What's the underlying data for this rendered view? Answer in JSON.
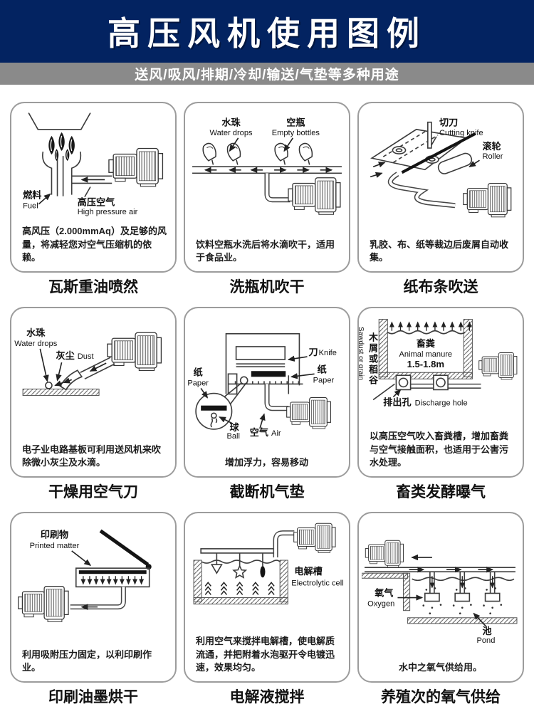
{
  "header": {
    "title": "高压风机使用图例"
  },
  "subheader": {
    "text": "送风/吸风/排期/冷却/输送/气垫等多种用途"
  },
  "colors": {
    "header_bg": "#032361",
    "subheader_bg": "#8a8a8a",
    "panel_border": "#9c9c9c",
    "ink": "#1a1a1a"
  },
  "panels": [
    {
      "title": "瓦斯重油喷然",
      "description": "高风压（2.000mmAq）及足够的风量，将减轻您对空气压缩机的依赖。",
      "labels": {
        "fuel_cn": "燃料",
        "fuel_en": "Fuel",
        "air_cn": "高压空气",
        "air_en": "High pressure air"
      }
    },
    {
      "title": "洗瓶机吹干",
      "description": "饮料空瓶水洗后将水滴吹干，适用于食品业。",
      "labels": {
        "drops_cn": "水珠",
        "drops_en": "Water drops",
        "bottles_cn": "空瓶",
        "bottles_en": "Empty bottles"
      }
    },
    {
      "title": "纸布条吹送",
      "description": "乳胶、布、纸等裁边后废屑自动收集。",
      "labels": {
        "knife_cn": "切刀",
        "knife_en": "Cutting knife",
        "roller_cn": "滚轮",
        "roller_en": "Roller"
      }
    },
    {
      "title": "干燥用空气刀",
      "description": "电子业电路基板可利用送风机来吹除微小灰尘及水滴。",
      "labels": {
        "drops_cn": "水珠",
        "drops_en": "Water drops",
        "dust_cn": "灰尘",
        "dust_en": "Dust"
      }
    },
    {
      "title": "截断机气垫",
      "description": "增加浮力，容易移动",
      "labels": {
        "knife_cn": "刀",
        "knife_en": "Knife",
        "paper_right_cn": "纸",
        "paper_right_en": "Paper",
        "paper_left_cn": "纸",
        "paper_left_en": "Paper",
        "ball_cn": "球",
        "ball_en": "Ball",
        "air_cn": "空气",
        "air_en": "Air"
      }
    },
    {
      "title": "畜类发酵曝气",
      "description": "以高压空气吹入畜粪槽，增加畜粪与空气接触面积，也适用于公害污水处理。",
      "labels": {
        "manure_cn": "畜粪",
        "manure_en": "Animal manure",
        "depth": "1.5-1.8m",
        "sawdust_cn": "木屑或稻谷",
        "sawdust_en": "Sawdust or grain",
        "discharge_cn": "排出孔",
        "discharge_en": "Discharge hole"
      }
    },
    {
      "title": "印刷油墨烘干",
      "description": "利用吸附压力固定，以利印刷作业。",
      "labels": {
        "printed_cn": "印刷物",
        "printed_en": "Printed matter"
      }
    },
    {
      "title": "电解液搅拌",
      "description": "利用空气来搅拌电解槽，使电解质流通，并把附着水泡驱开令电镀迅速，效果均匀。",
      "labels": {
        "cell_cn": "电解槽",
        "cell_en": "Electrolytic cell"
      }
    },
    {
      "title": "养殖次的氧气供给",
      "description": "水中之氧气供给用。",
      "labels": {
        "oxygen_cn": "氧气",
        "oxygen_en": "Oxygen",
        "pond_cn": "池",
        "pond_en": "Pond"
      }
    }
  ]
}
